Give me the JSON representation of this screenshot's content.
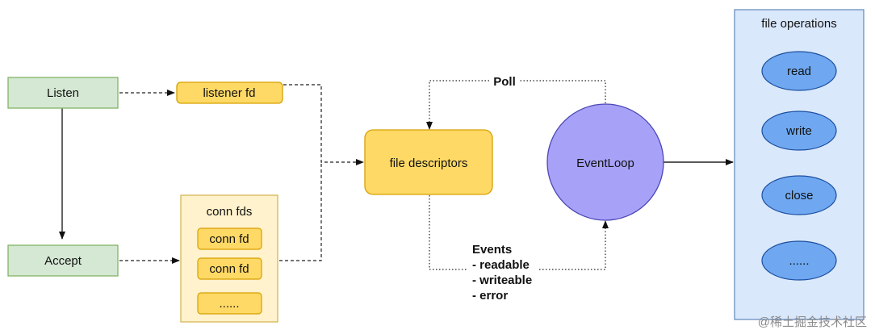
{
  "nodes": {
    "listen": "Listen",
    "accept": "Accept",
    "listener_fd": "listener fd",
    "conn_fds_title": "conn fds",
    "conn_fd_1": "conn fd",
    "conn_fd_2": "conn fd",
    "conn_more": "......",
    "file_descriptors": "file descriptors",
    "event_loop": "EventLoop",
    "file_operations_title": "file operations",
    "op_read": "read",
    "op_write": "write",
    "op_close": "close",
    "op_more": "......"
  },
  "edges": {
    "poll": "Poll",
    "events_title": "Events",
    "events_readable": "- readable",
    "events_writeable": "- writeable",
    "events_error": "- error"
  },
  "watermark": "@稀土掘金技术社区",
  "colors": {
    "green_fill": "#d5e8d4",
    "green_stroke": "#82b366",
    "yellow_fill": "#ffd966",
    "yellow_stroke": "#d6a000",
    "cream_fill": "#fff2cc",
    "cream_stroke": "#d6b656",
    "purple_fill": "#a7a2f8",
    "purple_stroke": "#4c47b5",
    "blue_panel_fill": "#dae8fc",
    "blue_panel_stroke": "#6c8ebf",
    "blue_oval_fill": "#6fa8f0",
    "blue_oval_stroke": "#1c4fa0"
  }
}
